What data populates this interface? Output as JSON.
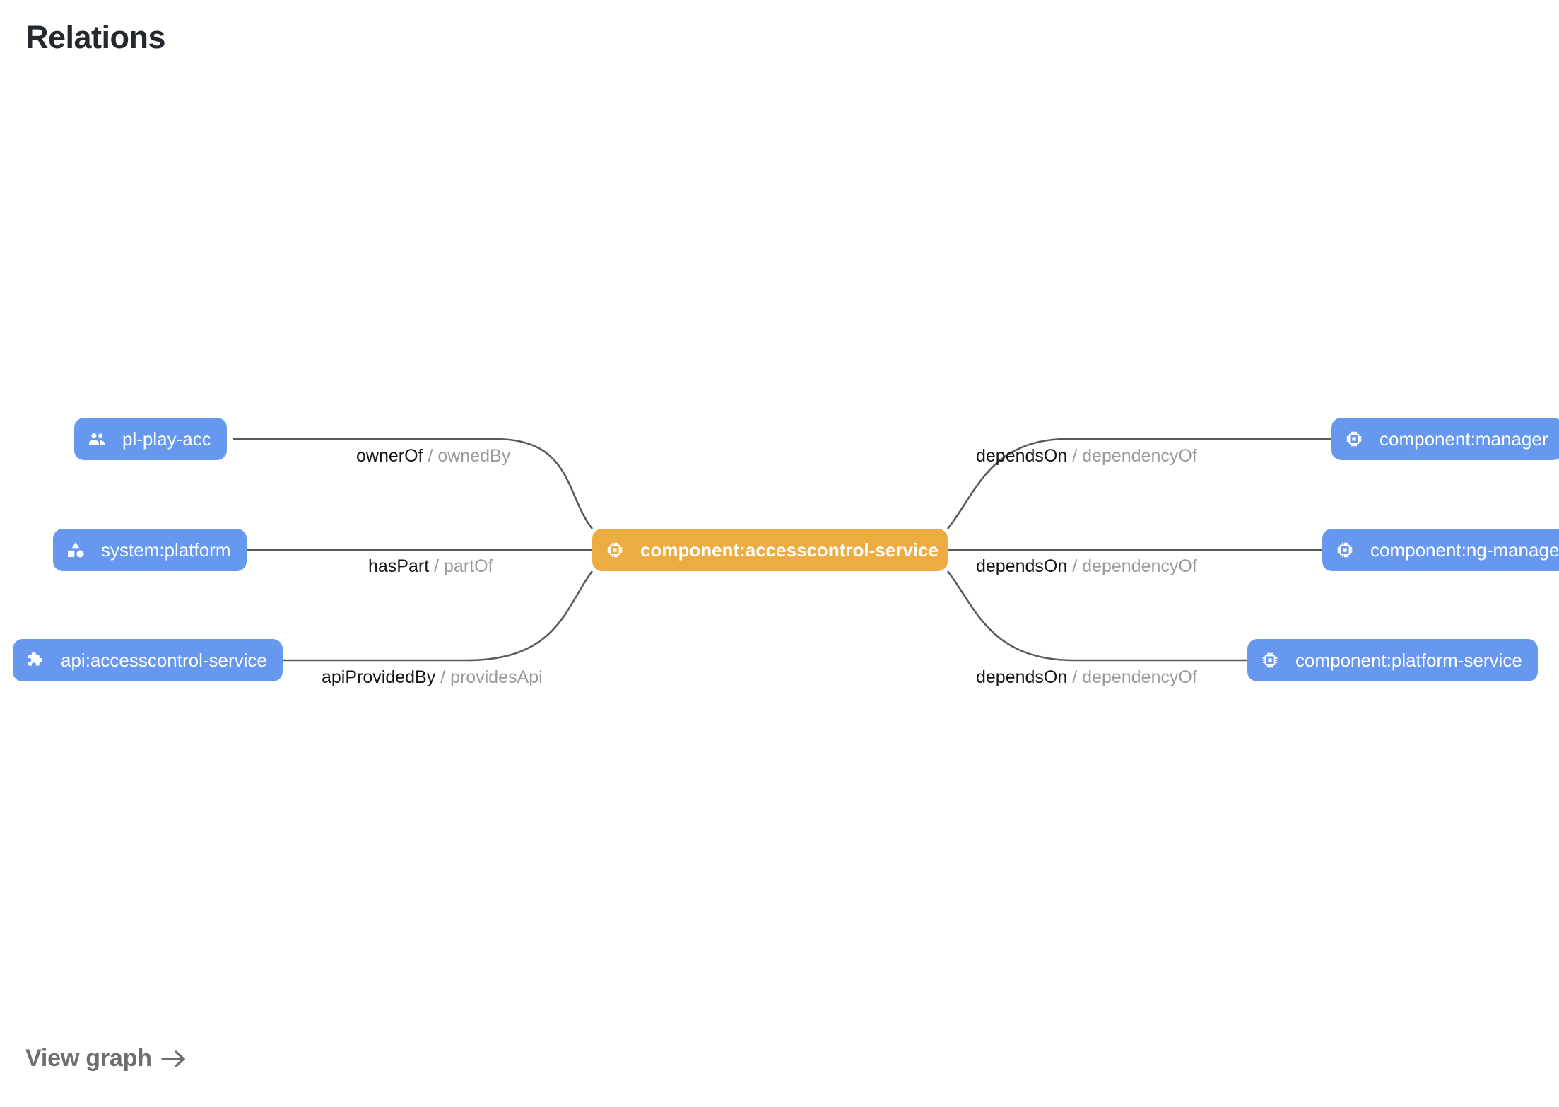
{
  "header": {
    "title": "Relations"
  },
  "footer": {
    "view_graph_label": "View graph",
    "arrow_icon": "arrow-right-icon"
  },
  "colors": {
    "node_blue": "#6798F0",
    "node_orange": "#EDAC42",
    "node_text": "#ffffff",
    "edge_stroke": "#5a5a5a",
    "label_forward": "#111418",
    "label_reverse": "#9a9a9a",
    "title_text": "#24292f",
    "link_text": "#6e6e6e",
    "background": "#ffffff"
  },
  "graph": {
    "center_node": {
      "id": "component:accesscontrol-service",
      "label": "component:accesscontrol-service",
      "icon": "memory-chip-icon",
      "kind": "component",
      "color": "#EDAC42",
      "selected": true
    },
    "left_nodes": [
      {
        "id": "pl-play-acc",
        "label": "pl-play-acc",
        "icon": "group-people-icon",
        "kind": "group",
        "color": "#6798F0"
      },
      {
        "id": "system:platform",
        "label": "system:platform",
        "icon": "category-shapes-icon",
        "kind": "system",
        "color": "#6798F0"
      },
      {
        "id": "api:accesscontrol-service",
        "label": "api:accesscontrol-service",
        "icon": "puzzle-extension-icon",
        "kind": "api",
        "color": "#6798F0"
      }
    ],
    "right_nodes": [
      {
        "id": "component:manager",
        "label": "component:manager",
        "icon": "memory-chip-icon",
        "kind": "component",
        "color": "#6798F0"
      },
      {
        "id": "component:ng-manager",
        "label": "component:ng-manager",
        "icon": "memory-chip-icon",
        "kind": "component",
        "color": "#6798F0"
      },
      {
        "id": "component:platform-service",
        "label": "component:platform-service",
        "icon": "memory-chip-icon",
        "kind": "component",
        "color": "#6798F0"
      }
    ],
    "edges": [
      {
        "source": "pl-play-acc",
        "target": "component:accesscontrol-service",
        "forward": "ownerOf",
        "separator": "/",
        "reverse": "ownedBy"
      },
      {
        "source": "system:platform",
        "target": "component:accesscontrol-service",
        "forward": "hasPart",
        "separator": "/",
        "reverse": "partOf"
      },
      {
        "source": "api:accesscontrol-service",
        "target": "component:accesscontrol-service",
        "forward": "apiProvidedBy",
        "separator": "/",
        "reverse": "providesApi"
      },
      {
        "source": "component:accesscontrol-service",
        "target": "component:manager",
        "forward": "dependsOn",
        "separator": "/",
        "reverse": "dependencyOf"
      },
      {
        "source": "component:accesscontrol-service",
        "target": "component:ng-manager",
        "forward": "dependsOn",
        "separator": "/",
        "reverse": "dependencyOf"
      },
      {
        "source": "component:accesscontrol-service",
        "target": "component:platform-service",
        "forward": "dependsOn",
        "separator": "/",
        "reverse": "dependencyOf"
      }
    ]
  }
}
